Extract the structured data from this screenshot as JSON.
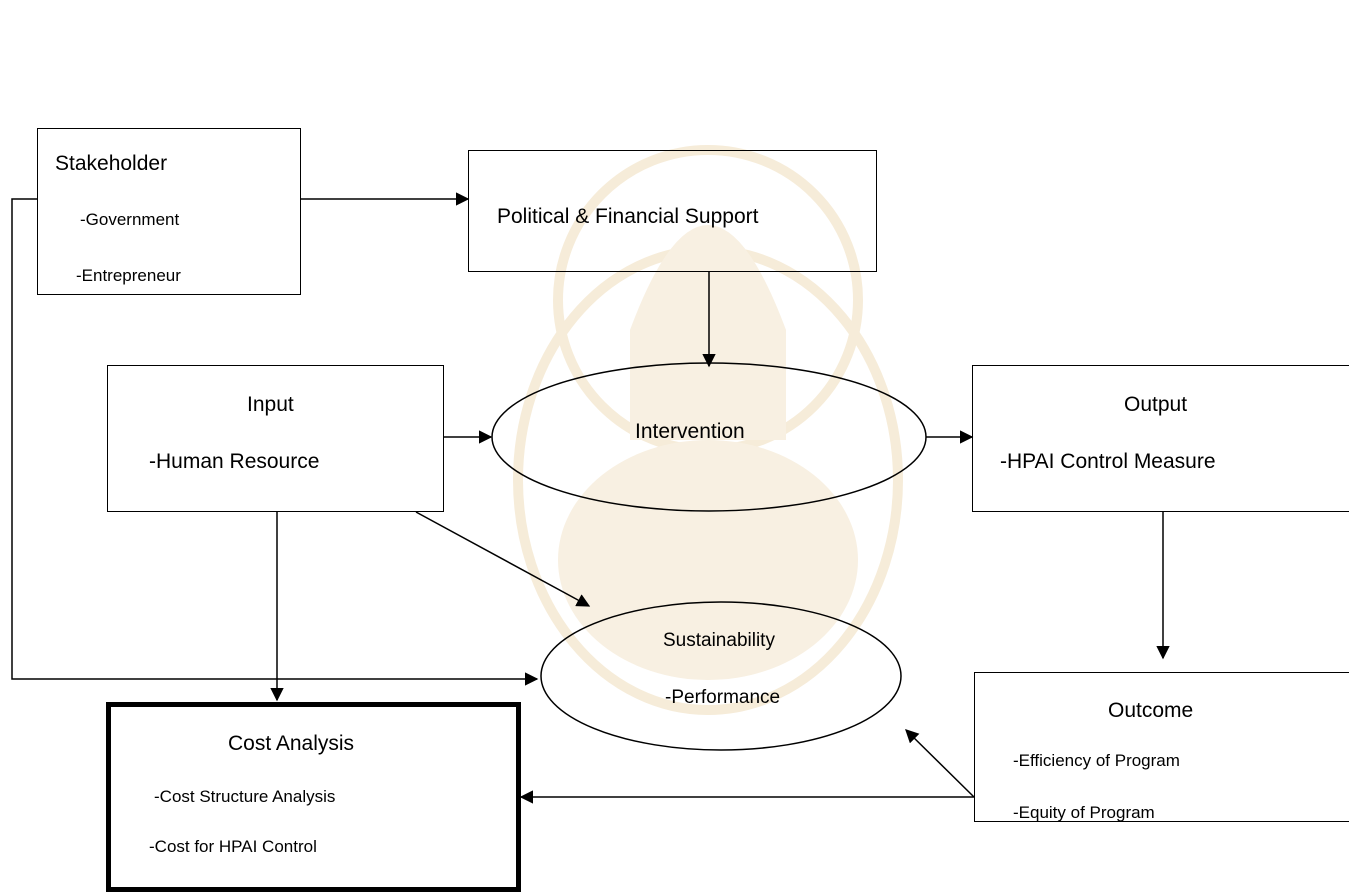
{
  "nodes": {
    "stakeholder": {
      "title": "Stakeholder",
      "items": [
        "-Government",
        "-Entrepreneur"
      ]
    },
    "support": {
      "title": "Political & Financial Support"
    },
    "input": {
      "title": "Input",
      "items": [
        "-Human Resource"
      ]
    },
    "intervention": {
      "title": "Intervention"
    },
    "output": {
      "title": "Output",
      "items": [
        "-HPAI Control Measure"
      ]
    },
    "sustainability": {
      "title": "Sustainability",
      "items": [
        "-Performance"
      ]
    },
    "outcome": {
      "title": "Outcome",
      "items": [
        "-Efficiency of Program",
        "-Equity of Program"
      ]
    },
    "cost": {
      "title": "Cost Analysis",
      "items": [
        "-Cost Structure Analysis",
        "-Cost for HPAI Control"
      ]
    }
  },
  "edges": [
    {
      "from": "stakeholder",
      "to": "support"
    },
    {
      "from": "stakeholder",
      "to": "sustainability"
    },
    {
      "from": "support",
      "to": "intervention"
    },
    {
      "from": "input",
      "to": "intervention"
    },
    {
      "from": "input",
      "to": "sustainability"
    },
    {
      "from": "input",
      "to": "cost"
    },
    {
      "from": "intervention",
      "to": "output"
    },
    {
      "from": "output",
      "to": "outcome"
    },
    {
      "from": "outcome",
      "to": "sustainability"
    },
    {
      "from": "outcome",
      "to": "cost"
    }
  ]
}
